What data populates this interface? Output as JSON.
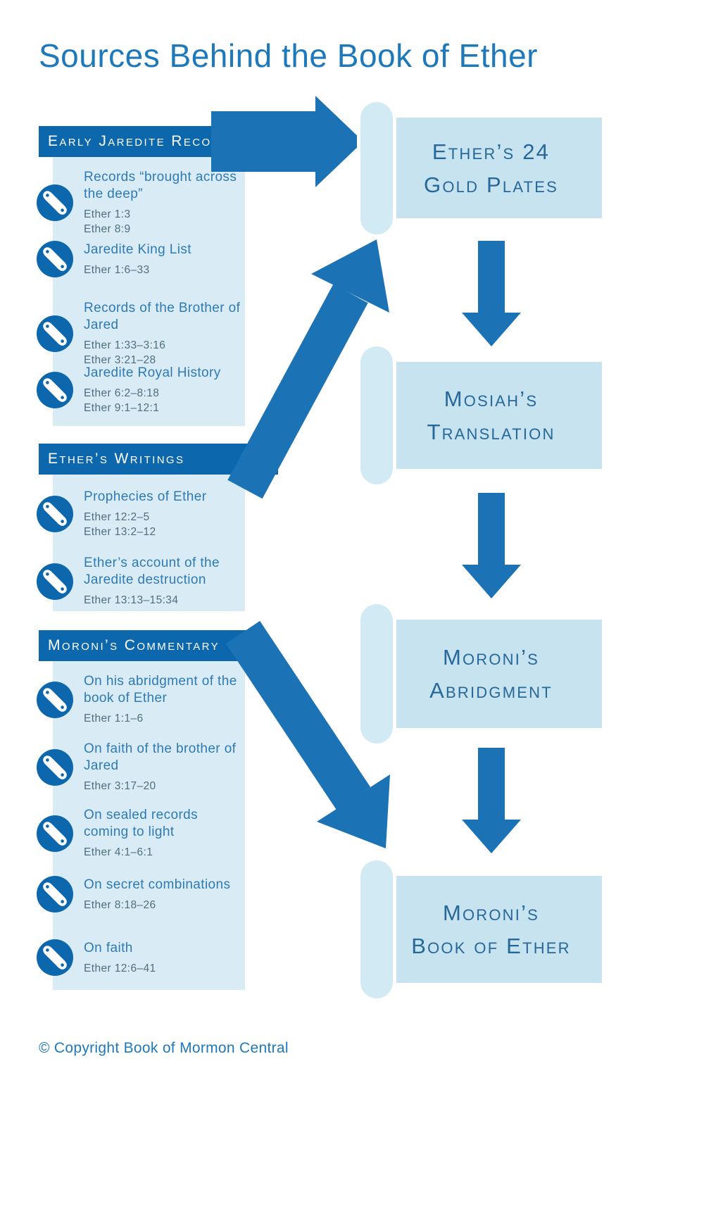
{
  "title": "Sources Behind the Book of Ether",
  "footer": "© Copyright Book of Mormon Central",
  "colors": {
    "header_bar_blue": "#0d67ad",
    "arrow_blue": "#1b72b4",
    "panel_light_blue": "#d9ecf5",
    "scroll_body_blue": "#c6e3ef",
    "scroll_roll_blue": "#d2eaf4",
    "title_blue": "#1e79bb",
    "item_title_blue": "#2e7ab6",
    "reference_gray_blue": "#4e6e80",
    "scroll_text_blue": "#27689a"
  },
  "sections": [
    {
      "label": "Early Jaredite Records",
      "items": [
        {
          "title": "Records “brought across the deep”",
          "refs": [
            "Ether 1:3",
            "Ether 8:9"
          ]
        },
        {
          "title": "Jaredite King List",
          "refs": [
            "Ether 1:6–33"
          ]
        },
        {
          "title": "Records of the Brother of Jared",
          "refs": [
            "Ether 1:33–3:16",
            "Ether 3:21–28"
          ]
        },
        {
          "title": "Jaredite Royal History",
          "refs": [
            "Ether 6:2–8:18",
            "Ether 9:1–12:1"
          ]
        }
      ]
    },
    {
      "label": "Ether’s Writings",
      "items": [
        {
          "title": "Prophecies of Ether",
          "refs": [
            "Ether 12:2–5",
            "Ether 13:2–12"
          ]
        },
        {
          "title": "Ether’s account of the Jaredite destruction",
          "refs": [
            "Ether 13:13–15:34"
          ]
        }
      ]
    },
    {
      "label": "Moroni’s Commentary",
      "items": [
        {
          "title": "On his abridgment of the book of Ether",
          "refs": [
            "Ether 1:1–6"
          ]
        },
        {
          "title": "On faith of the brother of Jared",
          "refs": [
            "Ether 3:17–20"
          ]
        },
        {
          "title": "On sealed records coming to light",
          "refs": [
            "Ether 4:1–6:1"
          ]
        },
        {
          "title": "On secret combinations",
          "refs": [
            "Ether 8:18–26"
          ]
        },
        {
          "title": "On faith",
          "refs": [
            "Ether 12:6–41"
          ]
        }
      ]
    }
  ],
  "scrolls": [
    {
      "lines": [
        "Ether’s 24",
        "Gold Plates"
      ]
    },
    {
      "lines": [
        "Mosiah’s",
        "Translation"
      ]
    },
    {
      "lines": [
        "Moroni’s",
        "Abridgment"
      ]
    },
    {
      "lines": [
        "Moroni’s",
        "Book of Ether"
      ]
    }
  ]
}
